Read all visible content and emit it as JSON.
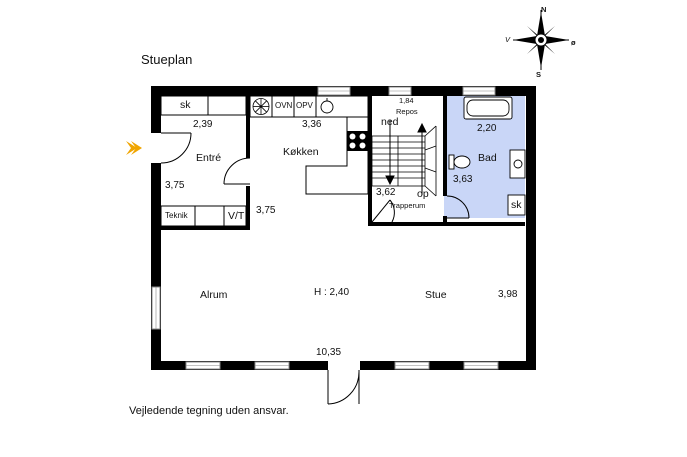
{
  "plan": {
    "title": "Stueplan",
    "disclaimer": "Vejledende tegning uden ansvar.",
    "compass": {
      "n": "N",
      "s": "S",
      "e": "ø",
      "w": "V"
    },
    "rooms": {
      "entre": "Entré",
      "kokken": "Køkken",
      "bad": "Bad",
      "alrum": "Alrum",
      "stue": "Stue",
      "trapperum": "Trapperum",
      "repos": "Repos"
    },
    "fixtures": {
      "sk_entre": "sk",
      "sk_bad": "sk",
      "ovn": "OVN",
      "opv": "OPV",
      "teknik": "Teknik",
      "vt": "V/T",
      "ned": "ned",
      "op": "op"
    },
    "dimensions": {
      "entre_width": "2,39",
      "entre_depth": "3,75",
      "kokken_width": "3,36",
      "kokken_depth": "3,75",
      "repos": "1,84",
      "trapperum": "3,62",
      "bad_width": "2,20",
      "bad_depth": "3,63",
      "height": "H : 2,40",
      "stue_depth": "3,98",
      "total_width": "10,35"
    },
    "colors": {
      "wall": "#000000",
      "bath": "#c9d6f7",
      "arrow": "#f0a500",
      "window": "#9a9a9a"
    }
  }
}
